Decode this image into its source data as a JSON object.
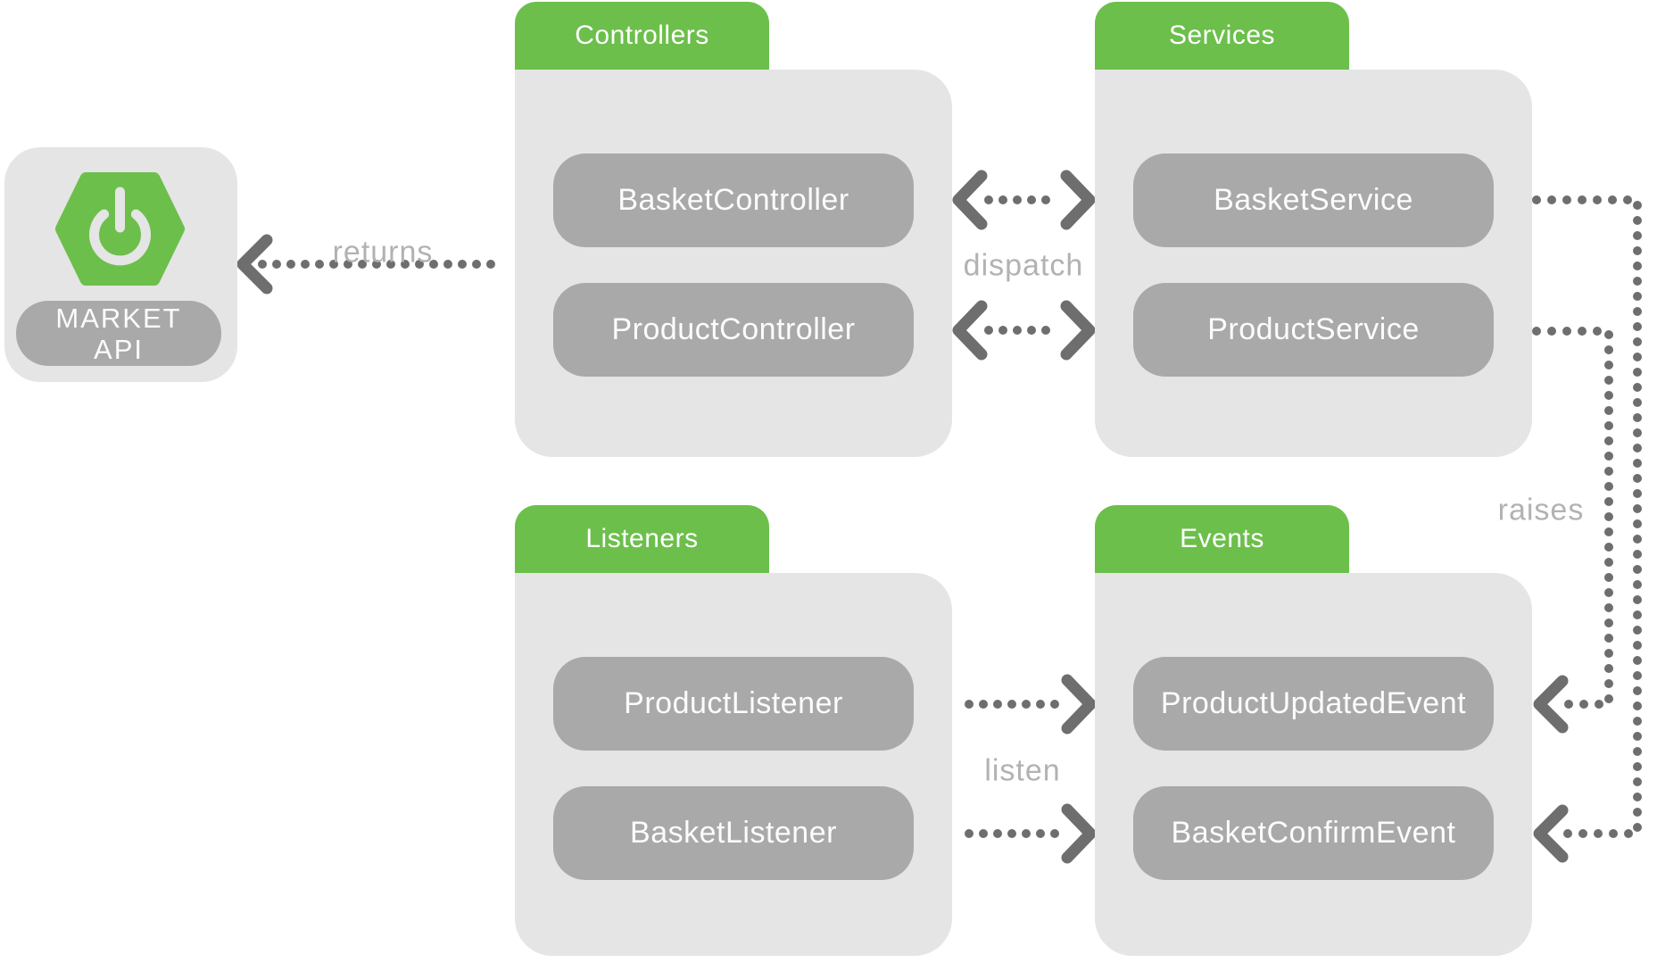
{
  "colors": {
    "green": "#6cbf4b",
    "container_gray": "#e5e5e5",
    "node_gray": "#a9a9a9",
    "connector_gray": "#6e6e6e",
    "edge_label_gray": "#b2b2b2"
  },
  "market_api": {
    "logo_icon": "spring-boot-icon",
    "label_line1": "MARKET",
    "label_line2": "API"
  },
  "folders": {
    "controllers": {
      "label": "Controllers",
      "items": [
        "BasketController",
        "ProductController"
      ]
    },
    "services": {
      "label": "Services",
      "items": [
        "BasketService",
        "ProductService"
      ]
    },
    "listeners": {
      "label": "Listeners",
      "items": [
        "ProductListener",
        "BasketListener"
      ]
    },
    "events": {
      "label": "Events",
      "items": [
        "ProductUpdatedEvent",
        "BasketConfirmEvent"
      ]
    }
  },
  "edges": {
    "returns": {
      "label": "returns",
      "from": "Controllers",
      "to": "MARKET API",
      "style": "dotted, arrow to left"
    },
    "dispatch": {
      "label": "dispatch",
      "from": "Controllers",
      "to": "Services",
      "style": "dotted, double arrow"
    },
    "listen": {
      "label": "listen",
      "from": "Listeners",
      "to": "Events",
      "style": "dotted, arrow to right"
    },
    "raises": {
      "label": "raises",
      "from": "Services",
      "to": "Events",
      "style": "dotted, arrow to left"
    }
  }
}
